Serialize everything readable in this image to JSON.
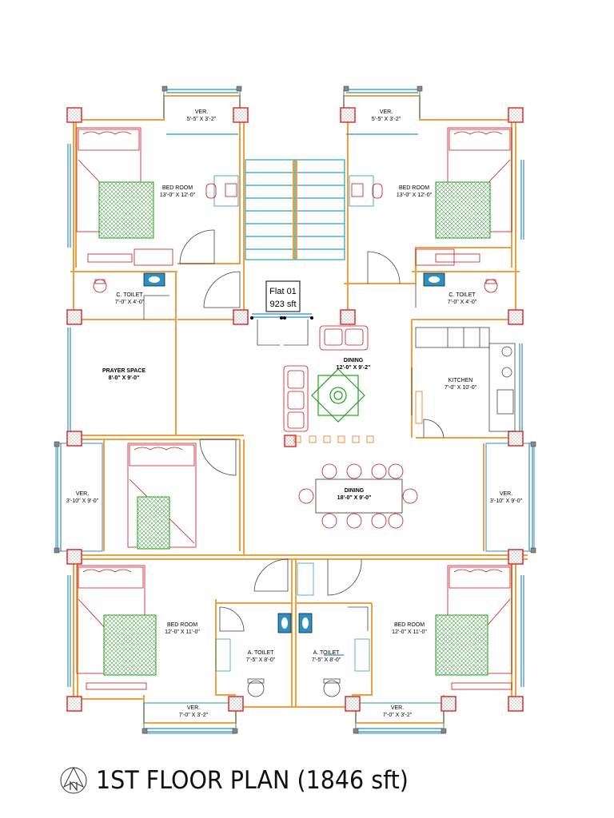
{
  "title": "1ST FLOOR PLAN (1846 sft)",
  "flat_label": {
    "name": "Flat 01",
    "area": "923 sft"
  },
  "rooms": {
    "ver_top_left": {
      "name": "VER.",
      "size": "5'-5\" X 3'-2\""
    },
    "ver_top_right": {
      "name": "VER.",
      "size": "5'-5\" X 3'-2\""
    },
    "bed_top_left": {
      "name": "BED ROOM",
      "size": "13'-0\" X 12'-0\""
    },
    "bed_top_right": {
      "name": "BED ROOM",
      "size": "13'-0\" X 12'-0\""
    },
    "ctoilet_left": {
      "name": "C. TOILET",
      "size": "7'-0\" X 4'-0\""
    },
    "ctoilet_right": {
      "name": "C. TOILET",
      "size": "7'-0\" X 4'-0\""
    },
    "prayer": {
      "name": "PRAYER SPACE",
      "size": "8'-0\" X 9'-0\""
    },
    "dining_upper": {
      "name": "DINING",
      "size": "12'-0\" X 9'-2\""
    },
    "kitchen": {
      "name": "KITCHEN",
      "size": "7'-0\" X 10'-0\""
    },
    "dining_lower": {
      "name": "DINING",
      "size": "18'-0\" X 9'-0\""
    },
    "ver_mid_left": {
      "name": "VER.",
      "size": "3'-10\" X 9'-0\""
    },
    "ver_mid_right": {
      "name": "VER.",
      "size": "3'-10\" X 9'-0\""
    },
    "bed_bottom_left": {
      "name": "BED ROOM",
      "size": "12'-0\" X 11'-0\""
    },
    "bed_bottom_right": {
      "name": "BED ROOM",
      "size": "12'-0\" X 11'-0\""
    },
    "atoilet_left": {
      "name": "A. TOILET",
      "size": "7'-5\" X 8'-0\""
    },
    "atoilet_right": {
      "name": "A. TOILET",
      "size": "7'-5\" X 8'-0\""
    },
    "ver_bottom_left": {
      "name": "VER.",
      "size": "7'-0\" X 3'-2\""
    },
    "ver_bottom_right": {
      "name": "VER.",
      "size": "7'-0\" X 3'-2\""
    }
  },
  "icons": {
    "north": "north-arrow-icon"
  },
  "colors": {
    "wall": "#f0a040",
    "column": "#e03030",
    "window": "#2f8fc0",
    "furniture": "#c8141e",
    "green": "#1fa01f",
    "stair": "#2aa8a8"
  }
}
